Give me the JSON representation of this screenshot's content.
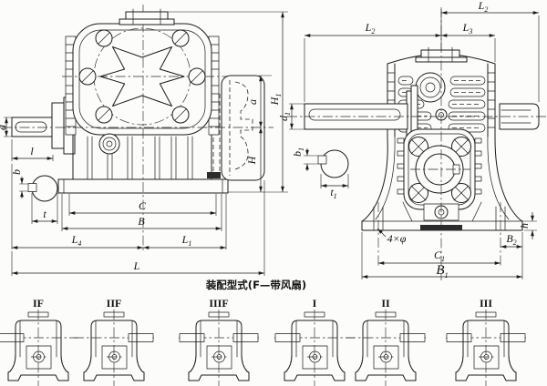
{
  "ink": "#1b1b1b",
  "paper": "#fcfcfa",
  "caption": "装配型式(F—带风扇)",
  "labels": {
    "front": {
      "d": {
        "main": "d"
      },
      "l": {
        "main": "l"
      },
      "b": {
        "main": "b"
      },
      "t": {
        "main": "t"
      },
      "C": {
        "main": "C"
      },
      "B": {
        "main": "B"
      },
      "L4": {
        "main": "L",
        "sub": "4"
      },
      "L1": {
        "main": "L",
        "sub": "1"
      },
      "L": {
        "main": "L"
      },
      "a": {
        "main": "a"
      },
      "H": {
        "main": "H"
      },
      "H1": {
        "main": "H",
        "sub": "1"
      }
    },
    "side": {
      "L2_top": {
        "main": "L",
        "sub": "2"
      },
      "L2": {
        "main": "L",
        "sub": "2"
      },
      "L3": {
        "main": "L",
        "sub": "3"
      },
      "d1": {
        "main": "d",
        "sub": "1"
      },
      "b1": {
        "main": "b",
        "sub": "1"
      },
      "t1": {
        "main": "t",
        "sub": "1"
      },
      "holes": {
        "main": "4×φ"
      },
      "h": {
        "main": "h"
      },
      "B2": {
        "main": "B",
        "sub": "2"
      },
      "C1": {
        "main": "C",
        "sub": "1"
      },
      "B1": {
        "main": "B",
        "sub": "1"
      }
    }
  },
  "variants": [
    {
      "label": "IF",
      "shafts": "left"
    },
    {
      "label": "IIF",
      "shafts": "right"
    },
    {
      "label": "IIIF",
      "shafts": "both"
    },
    {
      "label": "I",
      "shafts": "left"
    },
    {
      "label": "II",
      "shafts": "right"
    },
    {
      "label": "III",
      "shafts": "both"
    }
  ]
}
